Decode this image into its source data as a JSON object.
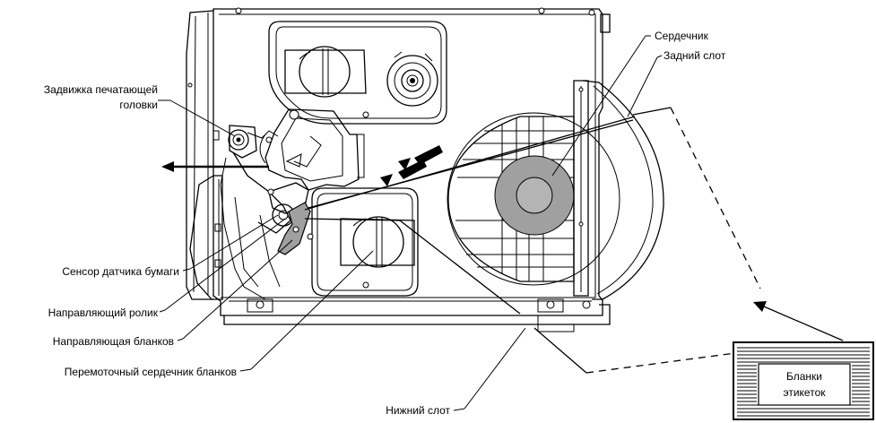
{
  "labels": {
    "core": "Сердечник",
    "rear_slot": "Задний слот",
    "head_latch_line1": "Задвижка печатающей",
    "head_latch_line2": "головки",
    "paper_sensor": "Сенсор датчика бумаги",
    "guide_roller": "Направляющий ролик",
    "label_guide": "Направляющая бланков",
    "rewind_core": "Перемоточный сердечник бланков",
    "bottom_slot": "Нижний слот",
    "labels_box_line1": "Бланки",
    "labels_box_line2": "этикеток"
  },
  "colors": {
    "ink": "#000000",
    "paper": "#ffffff",
    "core_fill": "#a0a0a0",
    "core_inner": "#b4b4b4",
    "roll_fill": "#ffffff"
  }
}
